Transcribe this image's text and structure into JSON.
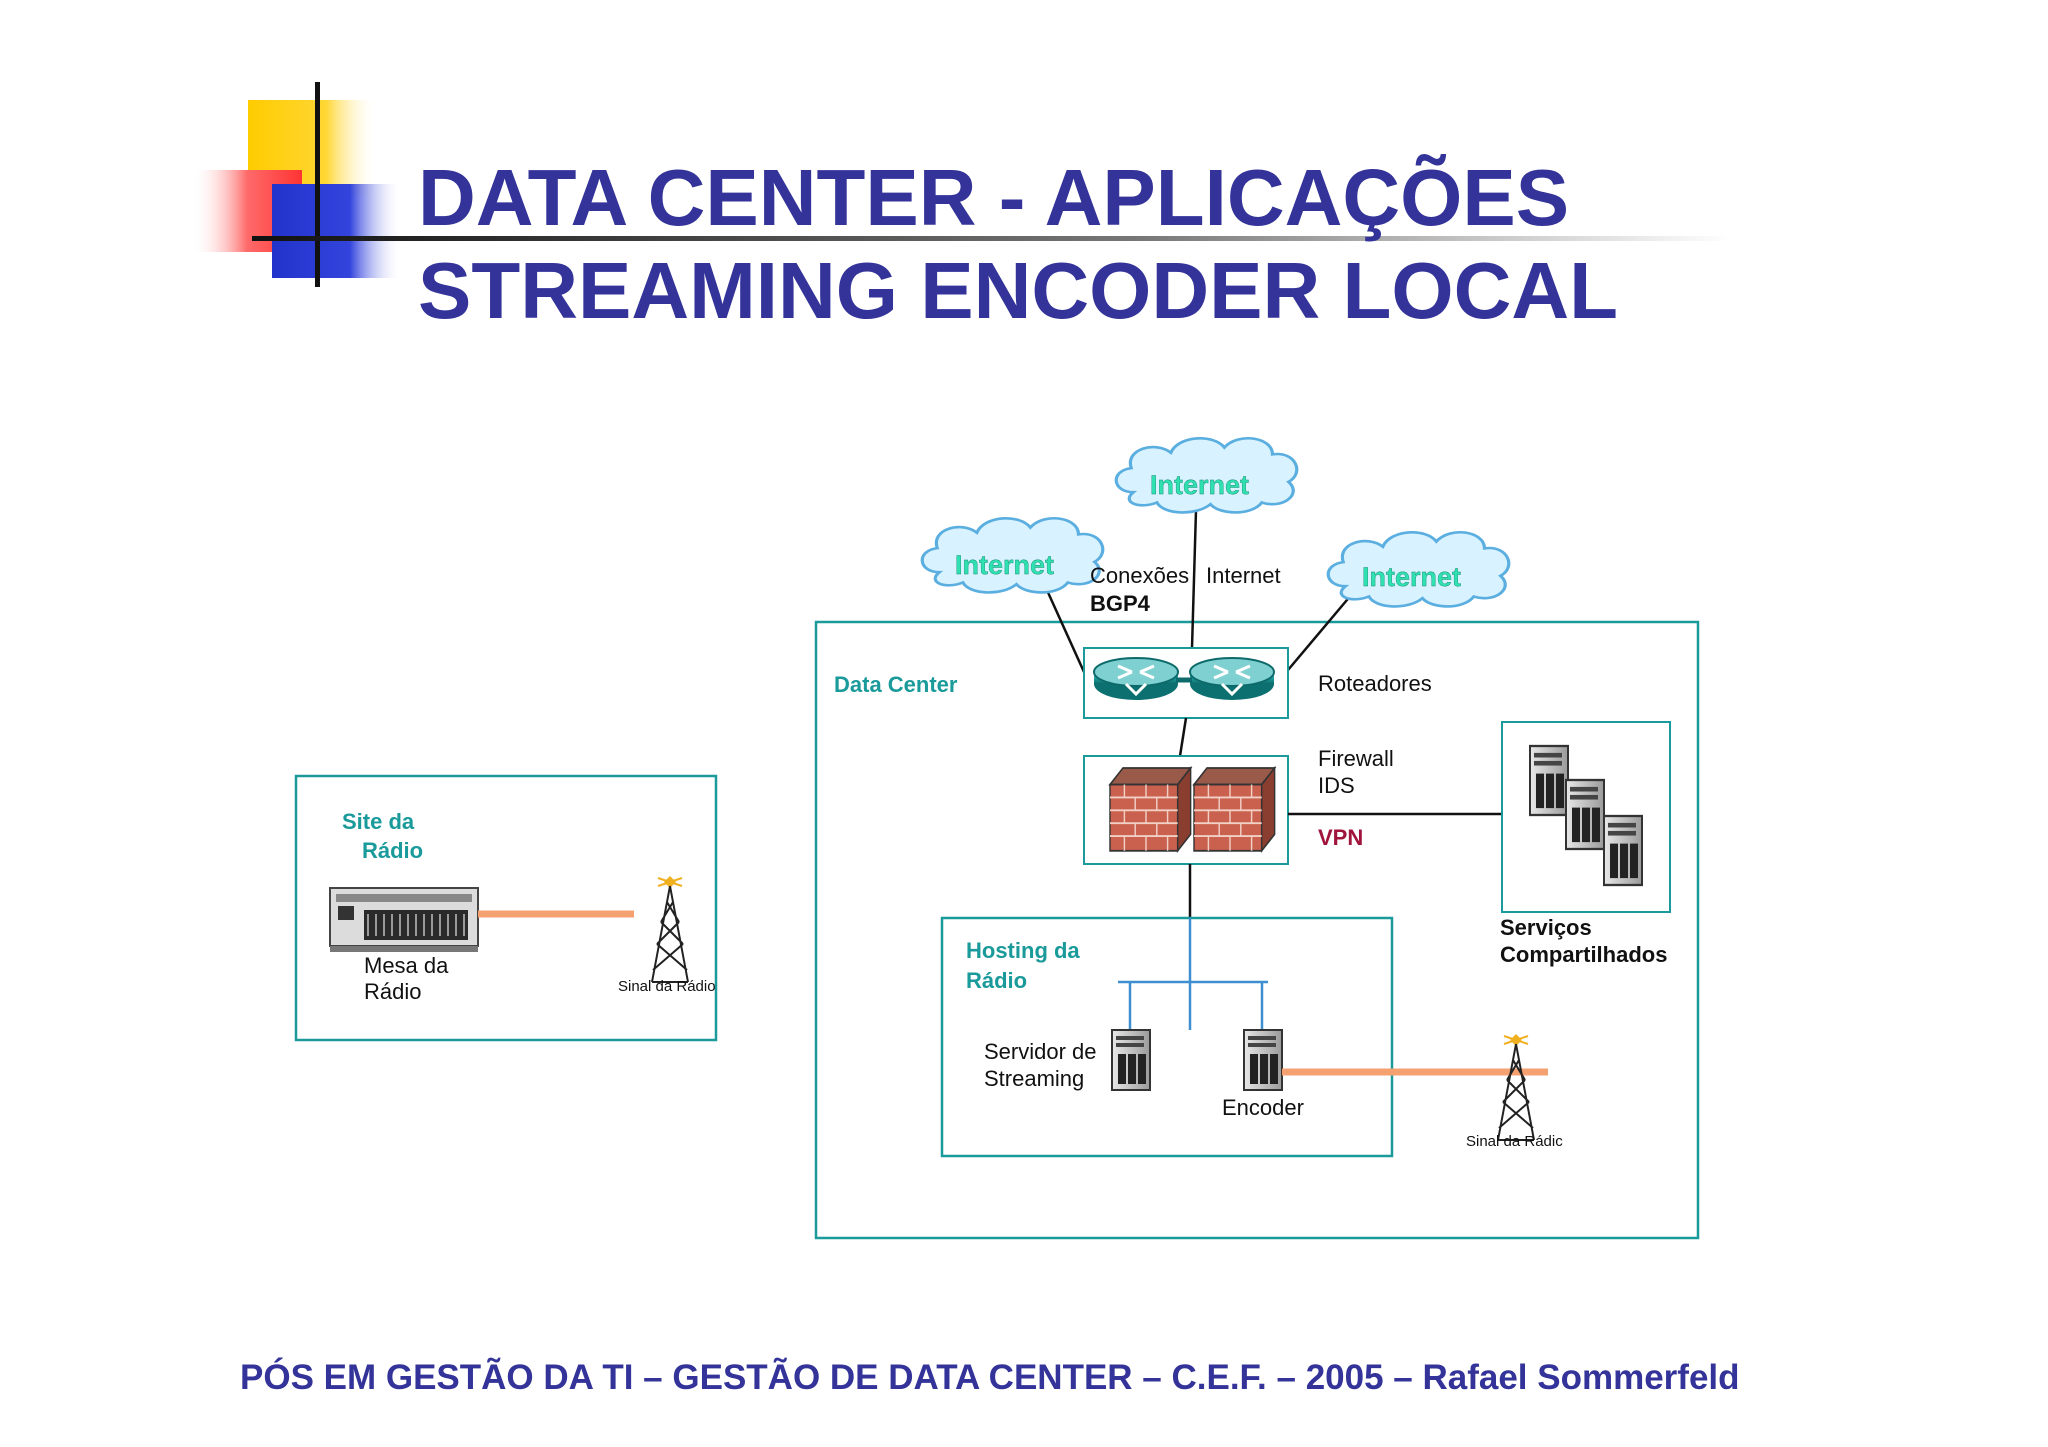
{
  "title": {
    "line1": "DATA CENTER - APLICAÇÕES",
    "line2": "STREAMING ENCODER LOCAL"
  },
  "footer": "PÓS EM GESTÃO DA TI – GESTÃO DE DATA CENTER – C.E.F. – 2005 – Rafael Sommerfeld",
  "diagram": {
    "clouds": [
      "Internet",
      "Internet",
      "Internet"
    ],
    "bgp_label_1": "Conexões",
    "bgp_label_2": "BGP4",
    "internet_label": "Internet",
    "data_center_label": "Data Center",
    "routers_label": "Roteadores",
    "firewall_label": "Firewall",
    "ids_label": "IDS",
    "vpn_label": "VPN",
    "shared_services_1": "Serviços",
    "shared_services_2": "Compartilhados",
    "hosting_label_1": "Hosting da",
    "hosting_label_2": "Rádio",
    "streaming_server_1": "Servidor de",
    "streaming_server_2": "Streaming",
    "encoder_label": "Encoder",
    "signal_dc": "Sinal da Rádic",
    "site_label_1": "Site da",
    "site_label_2": "Rádio",
    "mesa_label_1": "Mesa da",
    "mesa_label_2": "Rádio",
    "signal_site": "Sinal da Rádio"
  },
  "colors": {
    "title": "#333399",
    "teal": "#1a9a9a",
    "vpn": "#a0143c",
    "orange_link": "#f4a070",
    "blue_lan": "#3f8fd0"
  }
}
